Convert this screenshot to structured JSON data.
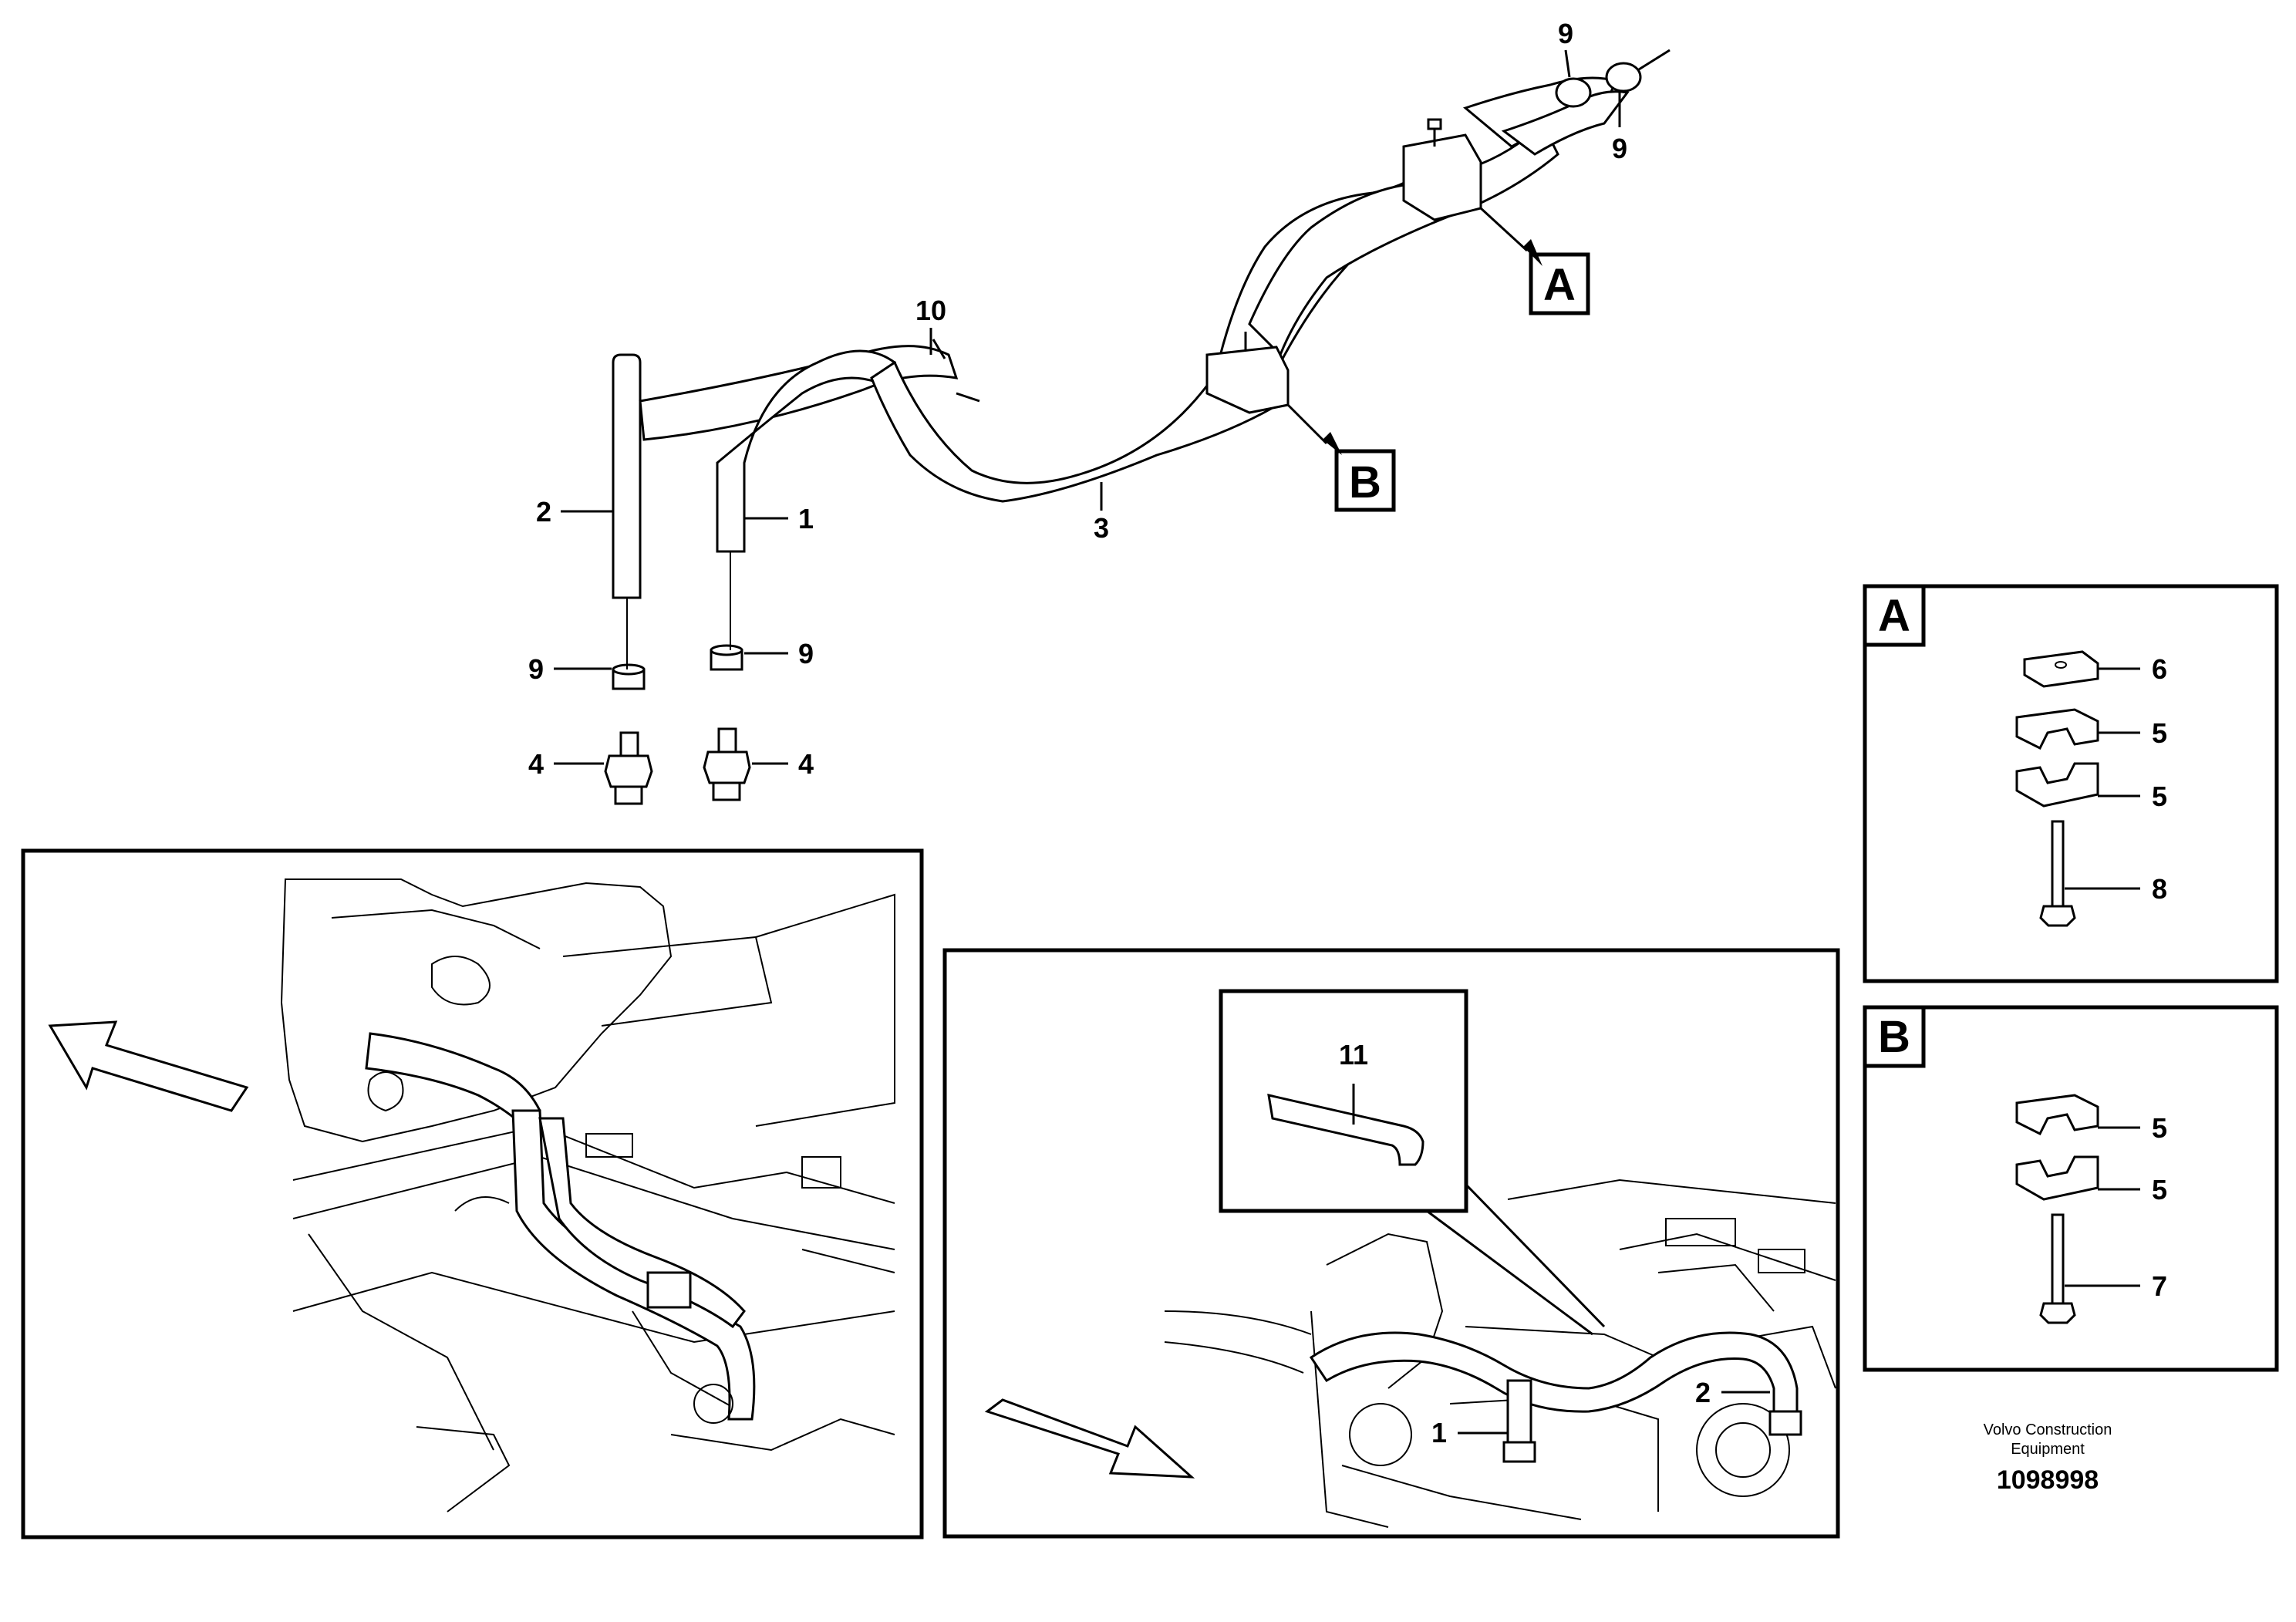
{
  "callouts": {
    "top_9a": "9",
    "top_9b": "9",
    "label_10": "10",
    "label_2": "2",
    "label_1": "1",
    "label_3": "3",
    "left_9": "9",
    "right_9": "9",
    "left_4": "4",
    "right_4": "4",
    "ref_A": "A",
    "ref_B": "B",
    "label_11": "11",
    "photo_1": "1",
    "photo_2": "2"
  },
  "detail_A": {
    "title": "A",
    "items": [
      "6",
      "5",
      "5",
      "8"
    ]
  },
  "detail_B": {
    "title": "B",
    "items": [
      "5",
      "5",
      "7"
    ]
  },
  "footer": {
    "brand_line1": "Volvo Construction",
    "brand_line2": "Equipment",
    "doc_number": "1098998"
  }
}
